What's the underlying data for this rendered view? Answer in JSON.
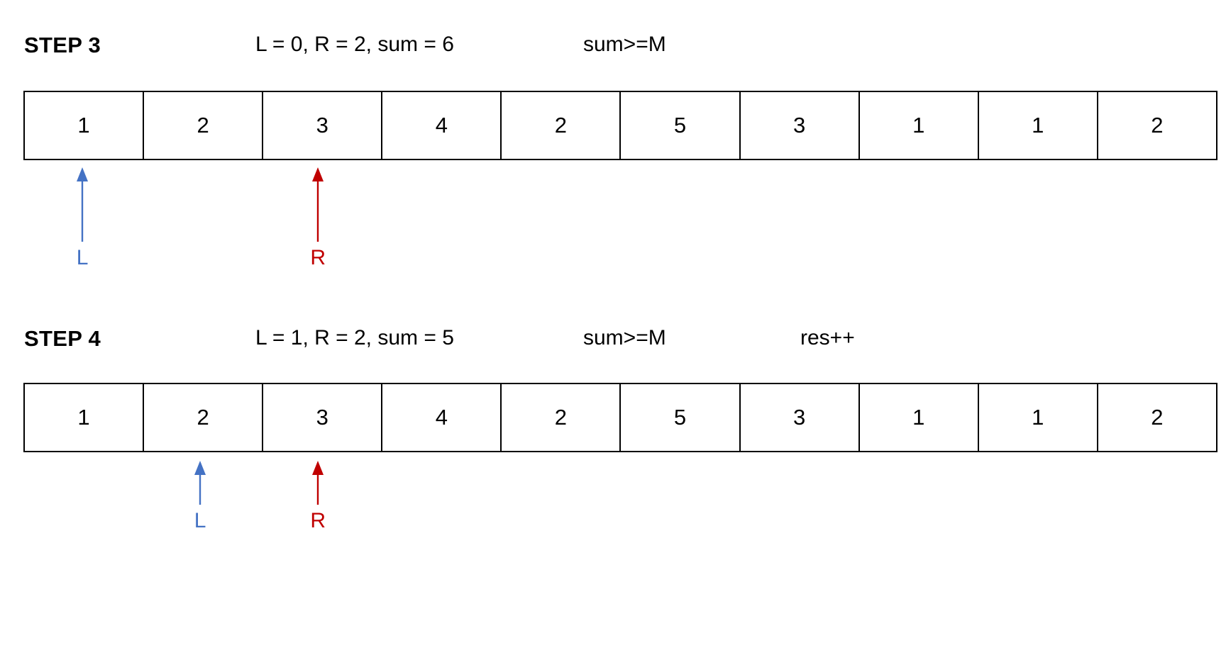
{
  "colors": {
    "left_pointer": "#4472C4",
    "right_pointer": "#C00000",
    "border": "#000000",
    "background": "#FFFFFF",
    "text": "#000000"
  },
  "steps": [
    {
      "title": "STEP 3",
      "state": "L = 0, R = 2, sum = 6",
      "condition": "sum>=M",
      "extra": "",
      "array": [
        "1",
        "2",
        "3",
        "4",
        "2",
        "5",
        "3",
        "1",
        "1",
        "2"
      ],
      "pointers": {
        "left": {
          "label": "L",
          "index": 0,
          "color": "#4472C4",
          "direction": "up"
        },
        "right": {
          "label": "R",
          "index": 2,
          "color": "#C00000",
          "direction": "up"
        }
      }
    },
    {
      "title": "STEP 4",
      "state": "L = 1, R = 2, sum = 5",
      "condition": "sum>=M",
      "extra": "res++",
      "array": [
        "1",
        "2",
        "3",
        "4",
        "2",
        "5",
        "3",
        "1",
        "1",
        "2"
      ],
      "pointers": {
        "left": {
          "label": "L",
          "index": 1,
          "color": "#4472C4",
          "direction": "up"
        },
        "right": {
          "label": "R",
          "index": 2,
          "color": "#C00000",
          "direction": "up"
        }
      }
    }
  ]
}
